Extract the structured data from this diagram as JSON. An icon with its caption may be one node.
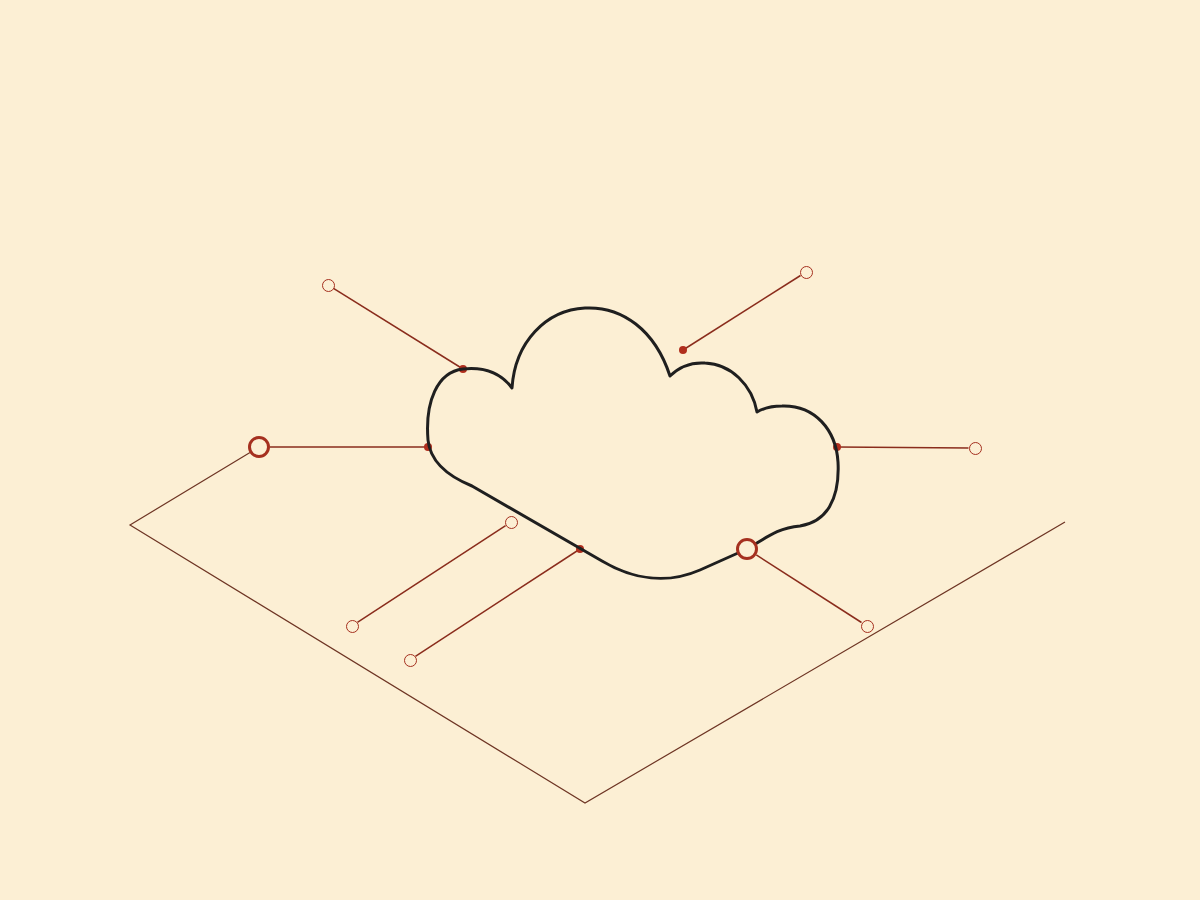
{
  "diagram": {
    "nodes": [
      {
        "text": [],
        "shape": "cloud"
      },
      {
        "text": [],
        "shape": "circle"
      },
      {
        "text": [],
        "shape": "circle"
      },
      {
        "text": [],
        "shape": "circle"
      },
      {
        "text": [],
        "shape": "circle"
      },
      {
        "text": [],
        "shape": "circle"
      },
      {
        "text": [],
        "shape": "circle"
      },
      {
        "text": [],
        "shape": "circle"
      },
      {
        "text": [],
        "shape": "circle"
      },
      {
        "text": [],
        "shape": "circle"
      }
    ],
    "edges": [
      {
        "from": 1,
        "to": 0,
        "arrow": "other"
      },
      {
        "from": 2,
        "to": 0,
        "arrow": "other"
      },
      {
        "from": 3,
        "to": 0,
        "arrow": "other"
      },
      {
        "from": 4,
        "to": 0,
        "arrow": "other"
      },
      {
        "from": 7,
        "to": 0,
        "arrow": "other"
      },
      {
        "from": 5,
        "to": 6,
        "arrow": "none"
      },
      {
        "from": 9,
        "to": 8,
        "arrow": "none"
      }
    ]
  }
}
